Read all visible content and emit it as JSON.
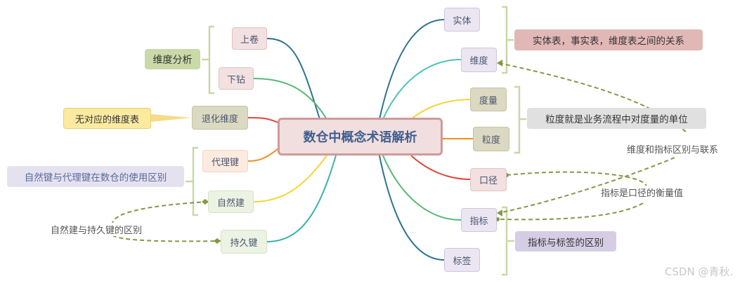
{
  "center": "数仓中概念术语解析",
  "left": {
    "rollup": "上卷",
    "drilldown": "下钻",
    "dim_analysis": "维度分析",
    "degenerate_dim": "退化维度",
    "no_dim_table": "无对应的维度表",
    "surrogate_key": "代理键",
    "natural_key": "自然建",
    "key_usage": "自然键与代理键在数仓的使用区别",
    "durable_key": "持久键",
    "natural_vs_durable": "自然建与持久键的区别"
  },
  "right": {
    "entity": "实体",
    "dimension": "维度",
    "table_relation": "实体表，事实表，维度表之间的关系",
    "measure": "度量",
    "grain": "粒度",
    "grain_desc": "粒度就是业务流程中对度量的单位",
    "caliber": "口径",
    "metric": "指标",
    "tag": "标签",
    "metric_vs_tag": "指标与标签的区别",
    "dim_metric_rel": "维度和指标区别与联系",
    "metric_caliber": "指标是口径的衡量值"
  },
  "watermark": "CSDN @青秋.",
  "colors": {
    "relation": "#7f9a45",
    "bracket": "#c8d8a8"
  }
}
